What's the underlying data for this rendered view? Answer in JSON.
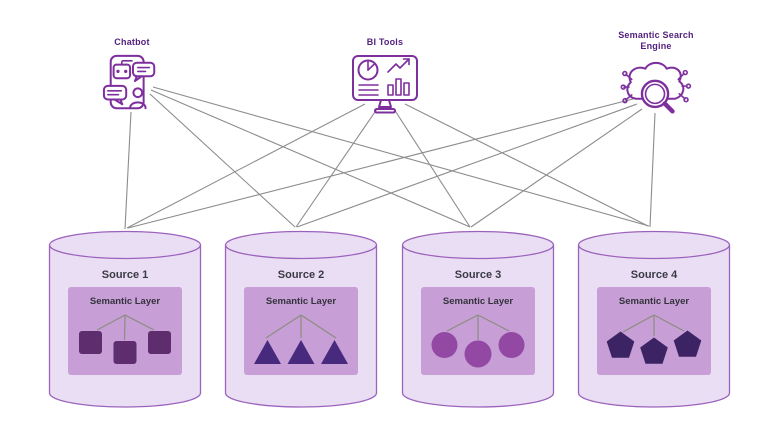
{
  "diagram": {
    "consumers": [
      {
        "label": "Chatbot",
        "icon": "chatbot-icon"
      },
      {
        "label": "BI Tools",
        "icon": "bi-tools-icon"
      },
      {
        "label": "Semantic Search Engine",
        "icon": "semantic-search-engine-icon"
      }
    ],
    "sources": [
      {
        "label": "Source 1",
        "layer_label": "Semantic Layer",
        "shape": "square",
        "shape_color": "#5e2d6e"
      },
      {
        "label": "Source 2",
        "layer_label": "Semantic Layer",
        "shape": "triangle",
        "shape_color": "#47297e"
      },
      {
        "label": "Source 3",
        "layer_label": "Semantic Layer",
        "shape": "circle",
        "shape_color": "#9349a4"
      },
      {
        "label": "Source 4",
        "layer_label": "Semantic Layer",
        "shape": "pentagon",
        "shape_color": "#3c2363"
      }
    ],
    "colors": {
      "label_purple": "#54217f",
      "icon_purple": "#7e2f9e",
      "cylinder_fill": "#eadef5",
      "cylinder_stroke": "#9c63bd",
      "layer_box_fill": "#c79ed5",
      "connection_line": "#8c8c8c",
      "layer_connector_line": "#8b8d80",
      "source_text": "#3a3a44"
    }
  }
}
